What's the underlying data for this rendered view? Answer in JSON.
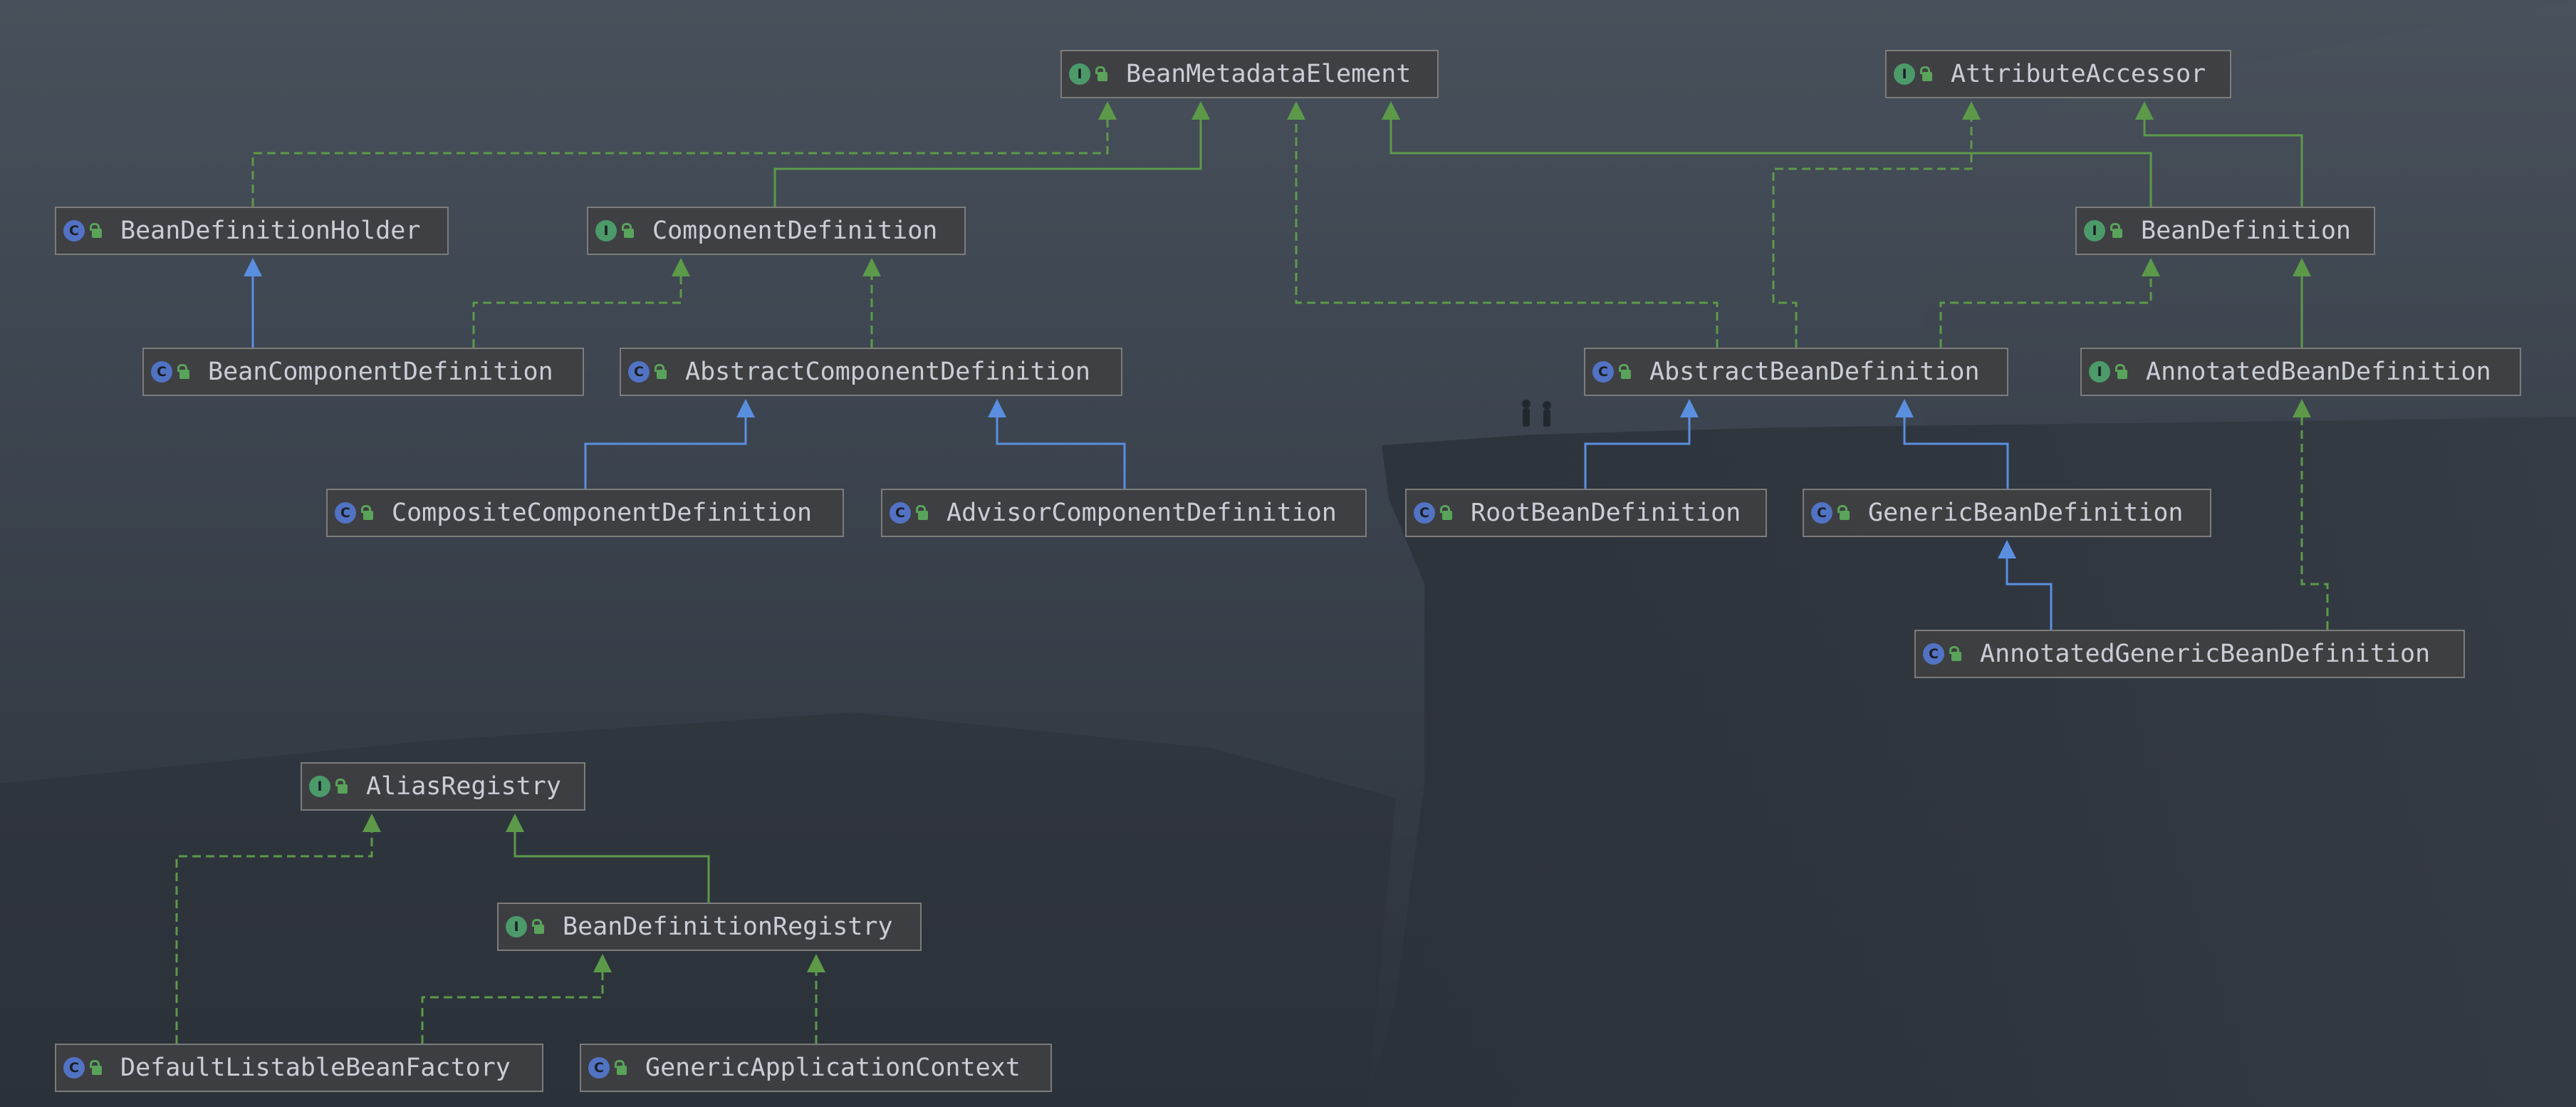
{
  "diagram": {
    "colors": {
      "implements": "#5c9a4a",
      "extends_interface": "#5c9a4a",
      "extends_class": "#5a8fe0"
    },
    "nodes": [
      {
        "id": "BeanMetadataElement",
        "label": "BeanMetadataElement",
        "kind": "interface",
        "kind_badge": "I",
        "icon": "interface-icon"
      },
      {
        "id": "AttributeAccessor",
        "label": "AttributeAccessor",
        "kind": "interface",
        "kind_badge": "I",
        "icon": "interface-icon"
      },
      {
        "id": "BeanDefinitionHolder",
        "label": "BeanDefinitionHolder",
        "kind": "class",
        "kind_badge": "C",
        "icon": "class-icon"
      },
      {
        "id": "ComponentDefinition",
        "label": "ComponentDefinition",
        "kind": "interface",
        "kind_badge": "I",
        "icon": "interface-icon"
      },
      {
        "id": "BeanDefinition",
        "label": "BeanDefinition",
        "kind": "interface",
        "kind_badge": "I",
        "icon": "interface-icon"
      },
      {
        "id": "BeanComponentDefinition",
        "label": "BeanComponentDefinition",
        "kind": "class",
        "kind_badge": "C",
        "icon": "class-icon"
      },
      {
        "id": "AbstractComponentDefinition",
        "label": "AbstractComponentDefinition",
        "kind": "class",
        "kind_badge": "C",
        "icon": "class-icon"
      },
      {
        "id": "AbstractBeanDefinition",
        "label": "AbstractBeanDefinition",
        "kind": "class",
        "kind_badge": "C",
        "icon": "class-icon"
      },
      {
        "id": "AnnotatedBeanDefinition",
        "label": "AnnotatedBeanDefinition",
        "kind": "interface",
        "kind_badge": "I",
        "icon": "interface-icon"
      },
      {
        "id": "CompositeComponentDefinition",
        "label": "CompositeComponentDefinition",
        "kind": "class",
        "kind_badge": "C",
        "icon": "class-icon"
      },
      {
        "id": "AdvisorComponentDefinition",
        "label": "AdvisorComponentDefinition",
        "kind": "class",
        "kind_badge": "C",
        "icon": "class-icon"
      },
      {
        "id": "RootBeanDefinition",
        "label": "RootBeanDefinition",
        "kind": "class",
        "kind_badge": "C",
        "icon": "class-icon"
      },
      {
        "id": "GenericBeanDefinition",
        "label": "GenericBeanDefinition",
        "kind": "class",
        "kind_badge": "C",
        "icon": "class-icon"
      },
      {
        "id": "AnnotatedGenericBeanDefinition",
        "label": "AnnotatedGenericBeanDefinition",
        "kind": "class",
        "kind_badge": "C",
        "icon": "class-icon"
      },
      {
        "id": "AliasRegistry",
        "label": "AliasRegistry",
        "kind": "interface",
        "kind_badge": "I",
        "icon": "interface-icon"
      },
      {
        "id": "BeanDefinitionRegistry",
        "label": "BeanDefinitionRegistry",
        "kind": "interface",
        "kind_badge": "I",
        "icon": "interface-icon"
      },
      {
        "id": "DefaultListableBeanFactory",
        "label": "DefaultListableBeanFactory",
        "kind": "class",
        "kind_badge": "C",
        "icon": "class-icon"
      },
      {
        "id": "GenericApplicationContext",
        "label": "GenericApplicationContext",
        "kind": "class",
        "kind_badge": "C",
        "icon": "class-icon"
      }
    ],
    "edges": [
      {
        "from": "BeanDefinitionHolder",
        "to": "BeanMetadataElement",
        "type": "implements"
      },
      {
        "from": "ComponentDefinition",
        "to": "BeanMetadataElement",
        "type": "extends_interface"
      },
      {
        "from": "AbstractBeanDefinition",
        "to": "BeanMetadataElement",
        "type": "implements"
      },
      {
        "from": "BeanDefinition",
        "to": "BeanMetadataElement",
        "type": "extends_interface"
      },
      {
        "from": "AbstractBeanDefinition",
        "to": "AttributeAccessor",
        "type": "implements"
      },
      {
        "from": "BeanDefinition",
        "to": "AttributeAccessor",
        "type": "extends_interface"
      },
      {
        "from": "BeanComponentDefinition",
        "to": "BeanDefinitionHolder",
        "type": "extends_class"
      },
      {
        "from": "BeanComponentDefinition",
        "to": "ComponentDefinition",
        "type": "implements"
      },
      {
        "from": "AbstractComponentDefinition",
        "to": "ComponentDefinition",
        "type": "implements"
      },
      {
        "from": "AbstractBeanDefinition",
        "to": "BeanDefinition",
        "type": "implements"
      },
      {
        "from": "AnnotatedBeanDefinition",
        "to": "BeanDefinition",
        "type": "extends_interface"
      },
      {
        "from": "CompositeComponentDefinition",
        "to": "AbstractComponentDefinition",
        "type": "extends_class"
      },
      {
        "from": "AdvisorComponentDefinition",
        "to": "AbstractComponentDefinition",
        "type": "extends_class"
      },
      {
        "from": "RootBeanDefinition",
        "to": "AbstractBeanDefinition",
        "type": "extends_class"
      },
      {
        "from": "GenericBeanDefinition",
        "to": "AbstractBeanDefinition",
        "type": "extends_class"
      },
      {
        "from": "AnnotatedGenericBeanDefinition",
        "to": "GenericBeanDefinition",
        "type": "extends_class"
      },
      {
        "from": "AnnotatedGenericBeanDefinition",
        "to": "AnnotatedBeanDefinition",
        "type": "implements"
      },
      {
        "from": "DefaultListableBeanFactory",
        "to": "AliasRegistry",
        "type": "implements"
      },
      {
        "from": "BeanDefinitionRegistry",
        "to": "AliasRegistry",
        "type": "extends_interface"
      },
      {
        "from": "DefaultListableBeanFactory",
        "to": "BeanDefinitionRegistry",
        "type": "implements"
      },
      {
        "from": "GenericApplicationContext",
        "to": "BeanDefinitionRegistry",
        "type": "implements"
      }
    ]
  }
}
